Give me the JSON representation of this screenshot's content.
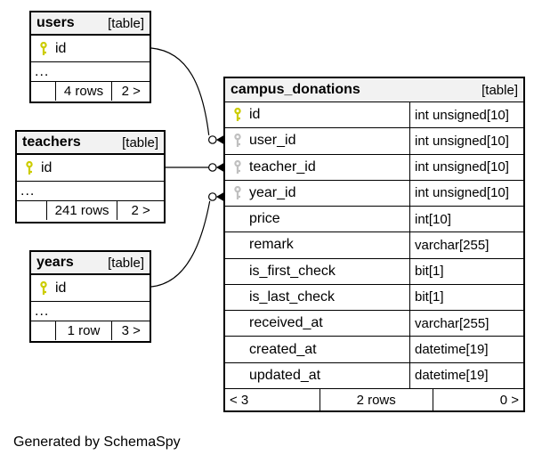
{
  "note": "Generated by SchemaSpy",
  "colors": {
    "primary_key": "#cccc00",
    "foreign_key": "#c0c0c0",
    "header_bg": "#f2f2f2",
    "border": "#000000",
    "background": "#ffffff"
  },
  "tables": {
    "users": {
      "name": "users",
      "tag": "[table]",
      "ellipsis": "...",
      "columns": [
        {
          "name": "id",
          "key": "primary"
        }
      ],
      "footer": {
        "left": "",
        "rows": "4 rows",
        "out": "2 >"
      }
    },
    "teachers": {
      "name": "teachers",
      "tag": "[table]",
      "ellipsis": "...",
      "columns": [
        {
          "name": "id",
          "key": "primary"
        }
      ],
      "footer": {
        "left": "",
        "rows": "241 rows",
        "out": "2 >"
      }
    },
    "years": {
      "name": "years",
      "tag": "[table]",
      "ellipsis": "...",
      "columns": [
        {
          "name": "id",
          "key": "primary"
        }
      ],
      "footer": {
        "left": "",
        "rows": "1 row",
        "out": "3 >"
      }
    },
    "campus_donations": {
      "name": "campus_donations",
      "tag": "[table]",
      "columns": [
        {
          "name": "id",
          "type": "int unsigned[10]",
          "key": "primary"
        },
        {
          "name": "user_id",
          "type": "int unsigned[10]",
          "key": "foreign"
        },
        {
          "name": "teacher_id",
          "type": "int unsigned[10]",
          "key": "foreign"
        },
        {
          "name": "year_id",
          "type": "int unsigned[10]",
          "key": "foreign"
        },
        {
          "name": "price",
          "type": "int[10]",
          "key": "none"
        },
        {
          "name": "remark",
          "type": "varchar[255]",
          "key": "none"
        },
        {
          "name": "is_first_check",
          "type": "bit[1]",
          "key": "none"
        },
        {
          "name": "is_last_check",
          "type": "bit[1]",
          "key": "none"
        },
        {
          "name": "received_at",
          "type": "varchar[255]",
          "key": "none"
        },
        {
          "name": "created_at",
          "type": "datetime[19]",
          "key": "none"
        },
        {
          "name": "updated_at",
          "type": "datetime[19]",
          "key": "none"
        }
      ],
      "footer": {
        "in": "< 3",
        "rows": "2 rows",
        "out": "0 >"
      }
    }
  },
  "relationships": [
    {
      "from": "users.id",
      "to": "campus_donations.user_id"
    },
    {
      "from": "teachers.id",
      "to": "campus_donations.teacher_id"
    },
    {
      "from": "years.id",
      "to": "campus_donations.year_id"
    }
  ]
}
